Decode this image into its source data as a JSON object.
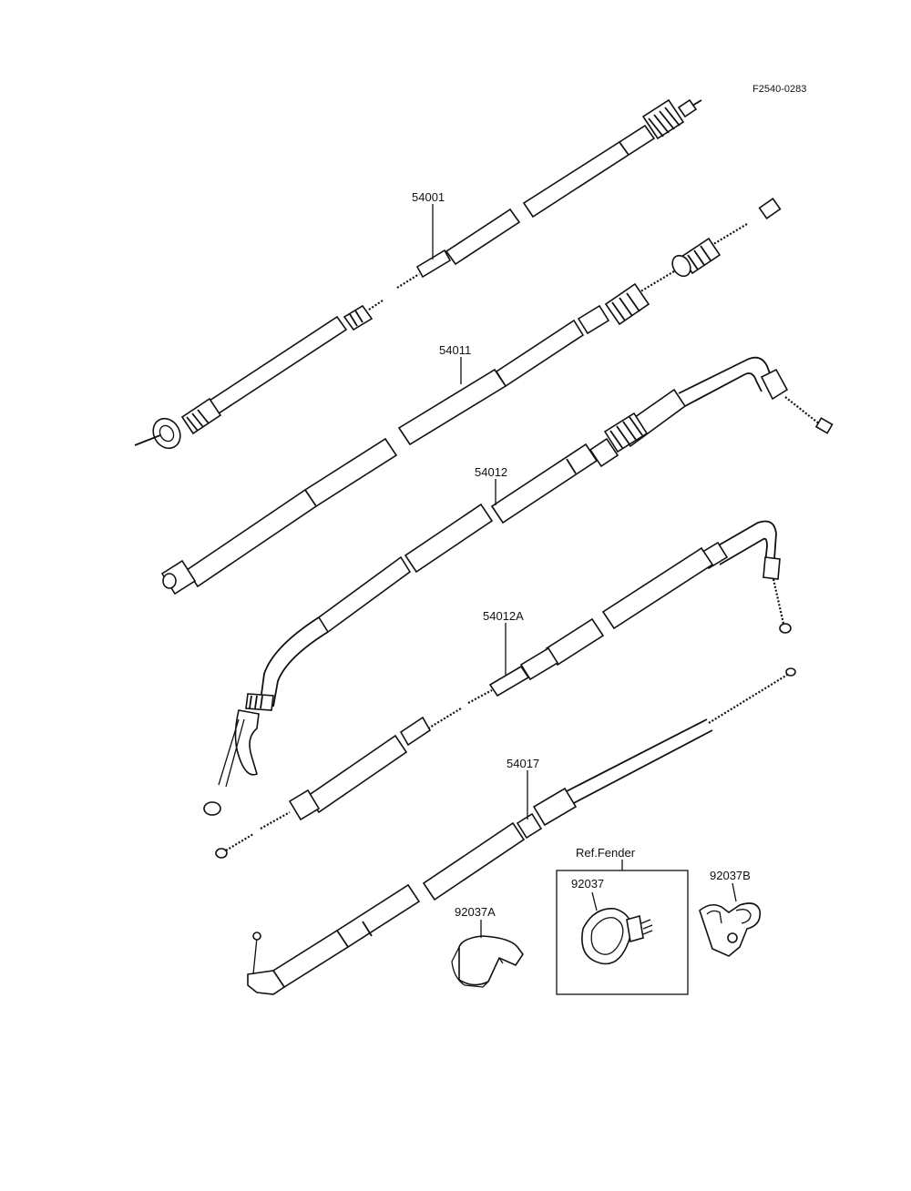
{
  "diagram_code": "F2540-0283",
  "parts": [
    {
      "id": "p54001",
      "number": "54001"
    },
    {
      "id": "p54011",
      "number": "54011"
    },
    {
      "id": "p54012",
      "number": "54012"
    },
    {
      "id": "p54012A",
      "number": "54012A"
    },
    {
      "id": "p54017",
      "number": "54017"
    },
    {
      "id": "p92037A",
      "number": "92037A"
    },
    {
      "id": "p92037",
      "number": "92037"
    },
    {
      "id": "p92037B",
      "number": "92037B"
    }
  ],
  "reference_box": {
    "label": "Ref.Fender"
  }
}
